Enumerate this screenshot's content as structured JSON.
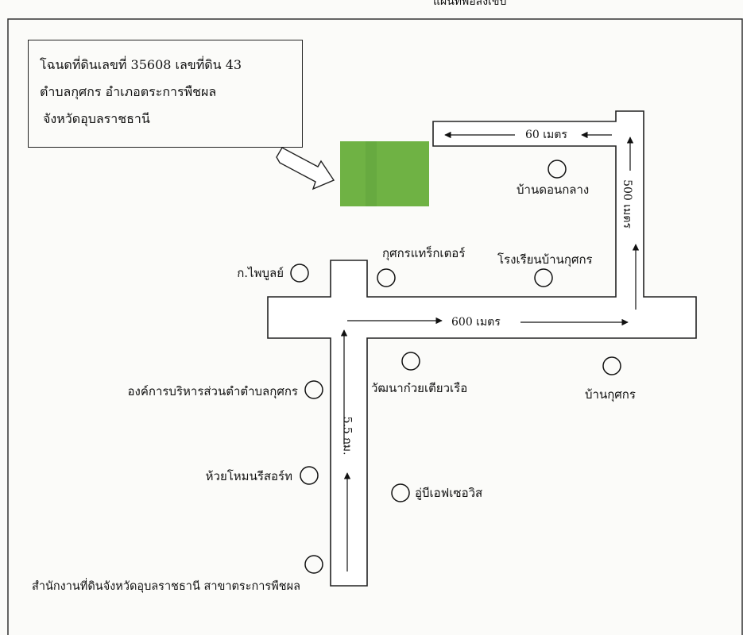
{
  "map": {
    "title": "แผนที่พอสังเขป",
    "info_box": {
      "line1": "โฉนดที่ดินเลขที่ 35608 เลขที่ดิน 43",
      "line2": "ตำบลกุศกร อำเภอตระการพืชผล",
      "line3": "จังหวัดอุบลราชธานี"
    },
    "parcel_color": "#6fb244",
    "road_outline_color": "#222222",
    "distances": {
      "top": "60 เมตร",
      "right": "500 เมตร",
      "horizontal": "600 เมตร",
      "vertical": "5.5 กม."
    },
    "landmarks": [
      {
        "key": "ban_don_klang",
        "label": "บ้านดอนกลาง"
      },
      {
        "key": "kusakorn_tractor",
        "label": "กุศกรแทร็กเตอร์"
      },
      {
        "key": "school",
        "label": "โรงเรียนบ้านกุศกร"
      },
      {
        "key": "kor_paiboon",
        "label": "ก.ไพบูลย์"
      },
      {
        "key": "wat",
        "label": "วัฒนาก๋วยเตียวเรือ"
      },
      {
        "key": "ban_kusakorn",
        "label": "บ้านกุศกร"
      },
      {
        "key": "obt",
        "label": "องค์การบริหารส่วนตำตำบลกุศกร"
      },
      {
        "key": "huai_mon",
        "label": "ห้วยโหมนรีสอร์ท"
      },
      {
        "key": "garage",
        "label": "อู่บีเอฟเซอวิส"
      },
      {
        "key": "land_office",
        "label": "สำนักงานที่ดินจังหวัดอุบลราชธานี สาขาตระการพืชผล"
      }
    ]
  }
}
